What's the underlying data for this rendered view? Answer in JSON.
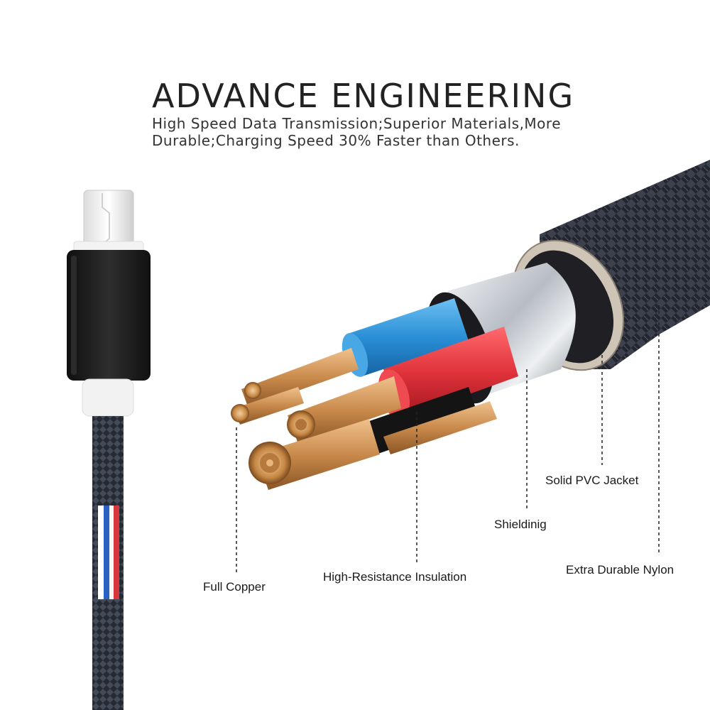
{
  "heading": {
    "title": "ADVANCE ENGINEERING",
    "subtitle_line1": "High Speed Data Transmission;Superior Materials,More",
    "subtitle_line2": "Durable;Charging Speed 30% Faster than Others."
  },
  "callouts": {
    "full_copper": "Full Copper",
    "insulation": "High-Resistance Insulation",
    "shielding": "Shieldinig",
    "pvc_jacket": "Solid PVC Jacket",
    "nylon": "Extra Durable Nylon"
  },
  "colors": {
    "copper": "#c98a4b",
    "blue_insulation": "#2a8fd6",
    "red_insulation": "#e0323a",
    "braid": "#2b2f3a",
    "connector_body": "#1e1e1e",
    "silver_shield": "#cfd3d8"
  }
}
